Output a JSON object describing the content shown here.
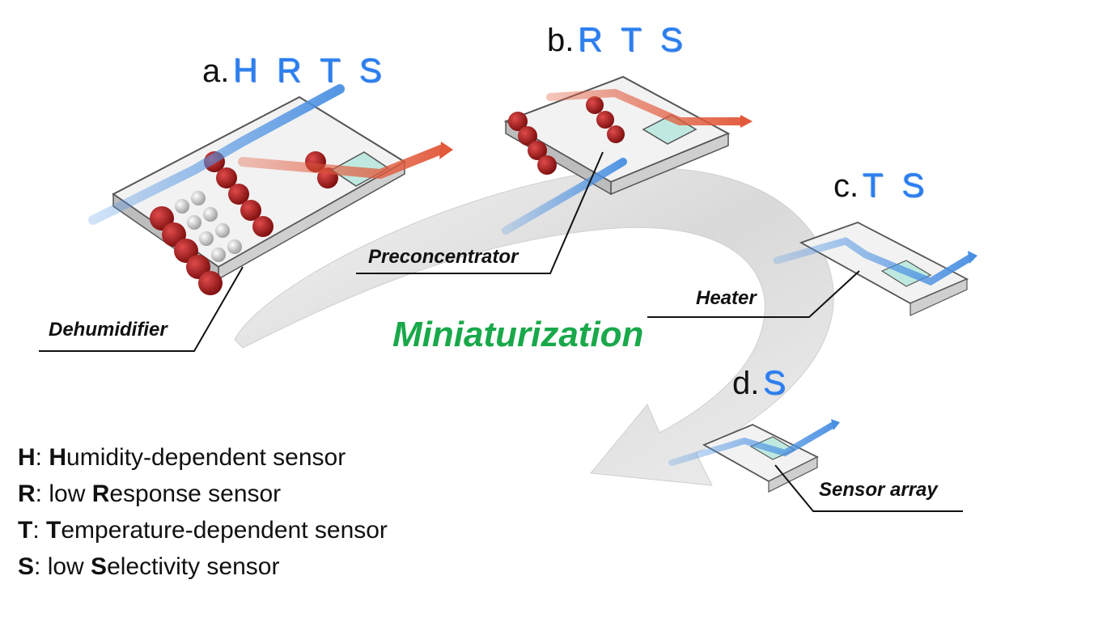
{
  "stages": [
    {
      "prefix": "a.",
      "code": "H R T S"
    },
    {
      "prefix": "b.",
      "code": "R T S"
    },
    {
      "prefix": "c.",
      "code": "T S"
    },
    {
      "prefix": "d.",
      "code": "S"
    }
  ],
  "arrow_label": "Miniaturization",
  "callouts": {
    "dehumidifier": "Dehumidifier",
    "preconcentrator": "Preconcentrator",
    "heater": "Heater",
    "sensor_array": "Sensor array"
  },
  "legend": [
    {
      "key": "H",
      "first": "H",
      "rest": "umidity-dependent sensor",
      "lead": ""
    },
    {
      "key": "R",
      "first": "R",
      "rest": "esponse sensor",
      "lead": "low "
    },
    {
      "key": "T",
      "first": "T",
      "rest": "emperature-dependent sensor",
      "lead": ""
    },
    {
      "key": "S",
      "first": "S",
      "rest": "electivity sensor",
      "lead": "low "
    }
  ],
  "colors": {
    "code_blue": "#2a7ef0",
    "miniaturization_green": "#19a84a",
    "flow_blue": "#4a90e2",
    "flow_red": "#e2583a",
    "cartridge_red": "#b01e1e"
  }
}
